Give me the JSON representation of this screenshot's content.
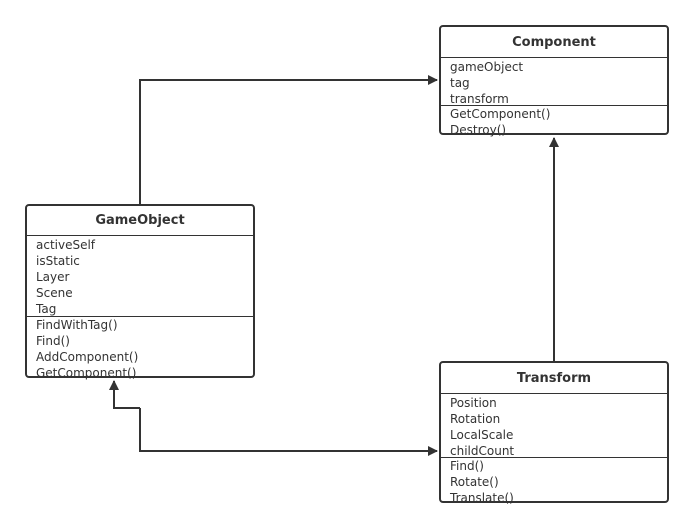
{
  "classes": {
    "component": {
      "name": "Component",
      "attributes": [
        "gameObject",
        "tag",
        "transform"
      ],
      "operations": [
        "GetComponent()",
        "Destroy()"
      ]
    },
    "gameobject": {
      "name": "GameObject",
      "attributes": [
        "activeSelf",
        "isStatic",
        "Layer",
        "Scene",
        "Tag"
      ],
      "operations": [
        "FindWithTag()",
        "Find()",
        "AddComponent()",
        "GetComponent()"
      ]
    },
    "transform": {
      "name": "Transform",
      "attributes": [
        "Position",
        "Rotation",
        "LocalScale",
        "childCount"
      ],
      "operations": [
        "Find()",
        "Rotate()",
        "Translate()"
      ]
    }
  },
  "colors": {
    "stroke": "#333333",
    "background": "#ffffff"
  }
}
